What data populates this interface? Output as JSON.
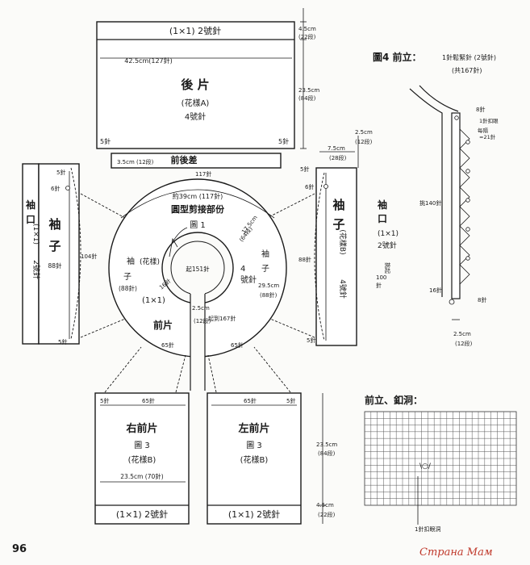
{
  "page_number": "96",
  "watermark": "Страна Мам",
  "back": {
    "rib": "(1×1) 2號針",
    "width": "42.5cm(127針)",
    "title": "後 片",
    "pattern": "(花樣A)",
    "needle": "4號針",
    "left_st": "5針",
    "right_st": "5針",
    "rib_cm": "4.5cm",
    "rib_rows": "(22段)",
    "height_cm": "23.5cm",
    "height_rows": "(84段)"
  },
  "yoke": {
    "band_label": "前後差",
    "band_width": "3.5cm (12段)",
    "band_sts": "117針",
    "outer_sts": "約39cm (117針)",
    "title": "圓型剪接部份",
    "figure": "圖 1",
    "neck_sts": "起151針",
    "depth_cm": "17.5cm",
    "depth_rows": "(64段)",
    "sleeve_left_a": "袖",
    "sleeve_left_pattern": "(花樣)",
    "sleeve_left_b": "子",
    "sleeve_left_sts": "(88針)",
    "front_pattern": "(1×1)",
    "left_dec": "16針",
    "needle_4": "4",
    "needle_label": "號針",
    "sleeve_right_a": "袖",
    "sleeve_right_b": "子",
    "sleeve_right_cm": "29.5cm",
    "sleeve_right_sts": "(88針)",
    "front_title": "前片",
    "left_front_sts": "65針",
    "right_front_sts": "65針",
    "inner_sts": "起到167針",
    "band_cm": "2.5cm",
    "band_rows": "(12段)"
  },
  "left_sleeve": {
    "cuff_a": "袖",
    "cuff_b": "口",
    "cuff_rib": "(1×1)",
    "cuff_needle": "2號針",
    "title_a": "袖",
    "title_b": "子",
    "sts": "88針",
    "edge_sts": "104針",
    "top_st": "5針",
    "mid_st": "6針",
    "bottom_st": "5針"
  },
  "right_sleeve": {
    "title_a": "袖",
    "title_b": "子",
    "pattern": "(花樣B)",
    "needle": "4號針",
    "edge_sts": "88針",
    "top_st": "5針",
    "mid_st": "6針",
    "bottom_st": "5針",
    "width_cm": "7.5cm",
    "width_rows": "(28段)",
    "cuff_cm": "2.5cm",
    "cuff_rows": "(12段)",
    "cuff_a": "袖",
    "cuff_b": "口",
    "cuff_rib": "(1×1)",
    "cuff_needle": "2號針",
    "cuff_pickup": "挑起",
    "cuff_sts": "100",
    "cuff_unit": "針"
  },
  "front": {
    "rf_top_st": "5針",
    "rf_top_sts": "65針",
    "rf_title": "右前片",
    "rf_figure": "圖 3",
    "rf_pattern": "(花樣B)",
    "rf_width": "23.5cm (70針)",
    "rf_rib": "(1×1) 2號針",
    "lf_top_sts": "65針",
    "lf_top_st": "5針",
    "lf_title": "左前片",
    "lf_figure": "圖 3",
    "lf_pattern": "(花樣B)",
    "lf_rib": "(1×1) 2號針",
    "height_cm": "23.5cm",
    "height_rows": "(84段)",
    "rib_cm": "4.5cm",
    "rib_rows": "(22段)"
  },
  "fig4": {
    "title": "圖4 前立：",
    "subtitle": "1針鬆緊針 (2號針)",
    "total": "(共167針)",
    "top_st": "8針",
    "buttonhole_a": "1針扣眼",
    "buttonhole_b": "每隔",
    "buttonhole_c": "=21針",
    "pickup": "挑140針",
    "bottom_st": "16針",
    "end_st": "8針",
    "width_cm": "2.5cm",
    "width_rows": "(12段)"
  },
  "chart": {
    "title": "前立、釦洞：",
    "hole_mark": "\\○/",
    "hole_note": "1針扣眼洞"
  }
}
